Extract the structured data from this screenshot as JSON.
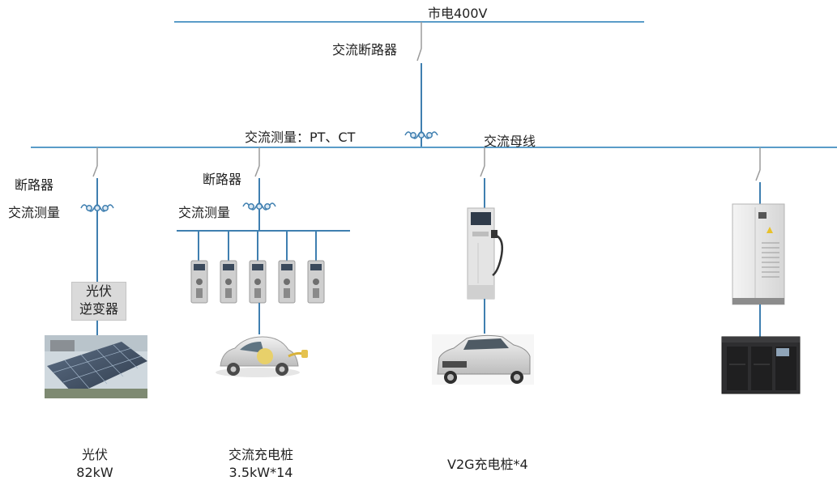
{
  "labels": {
    "grid": "市电400V",
    "main_breaker": "交流断路器",
    "measure_pt_ct": "交流测量：PT、CT",
    "ac_bus": "交流母线",
    "pv_breaker": "断路器",
    "pv_measure": "交流测量",
    "ac_breaker": "断路器",
    "ac_measure": "交流测量",
    "pv_inverter_line1": "光伏",
    "pv_inverter_line2": "逆变器"
  },
  "captions": {
    "pv_name": "光伏",
    "pv_power": "82kW",
    "ac_pile_name": "交流充电桩",
    "ac_pile_power": "3.5kW*14",
    "v2g": "V2G充电桩*4"
  },
  "colors": {
    "line": "#3f7fb0",
    "bus": "#5a9cc8",
    "switch": "#9a9a9a"
  },
  "icons": {
    "solar_panel": "solar-panel-icon",
    "ev_car": "ev-car-icon",
    "suv": "suv-icon",
    "ac_charger": "ac-charger-icon",
    "v2g_charger": "v2g-charger-icon",
    "storage_cabinet": "storage-cabinet-icon",
    "battery_rack": "battery-rack-icon"
  }
}
